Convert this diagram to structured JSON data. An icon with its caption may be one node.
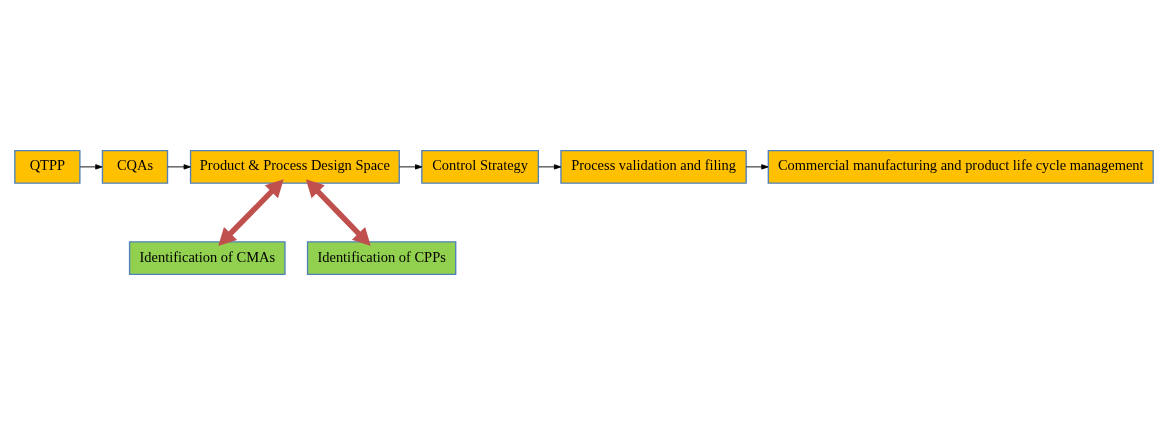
{
  "diagram": {
    "nodes": [
      {
        "text": [
          "QTPP"
        ]
      },
      {
        "text": [
          "CQAs"
        ]
      },
      {
        "text": [
          "Product & Process Design Space"
        ]
      },
      {
        "text": [
          "Control Strategy"
        ]
      },
      {
        "text": [
          "Process validation and filing"
        ]
      },
      {
        "text": [
          "Commercial manufacturing and product life cycle management"
        ]
      },
      {
        "text": [
          "Identification of CMAs"
        ]
      },
      {
        "text": [
          "Identification of CPPs"
        ]
      }
    ],
    "edges": [
      {
        "from": 0,
        "to": 1,
        "arrow": "to"
      },
      {
        "from": 1,
        "to": 2,
        "arrow": "to"
      },
      {
        "from": 2,
        "to": 3,
        "arrow": "to"
      },
      {
        "from": 3,
        "to": 4,
        "arrow": "to"
      },
      {
        "from": 4,
        "to": 5,
        "arrow": "to"
      },
      {
        "from": 6,
        "to": 2,
        "arrow": "both",
        "style": "thick",
        "color": "#c0504d"
      },
      {
        "from": 7,
        "to": 2,
        "arrow": "both",
        "style": "thick",
        "color": "#c0504d"
      }
    ]
  }
}
